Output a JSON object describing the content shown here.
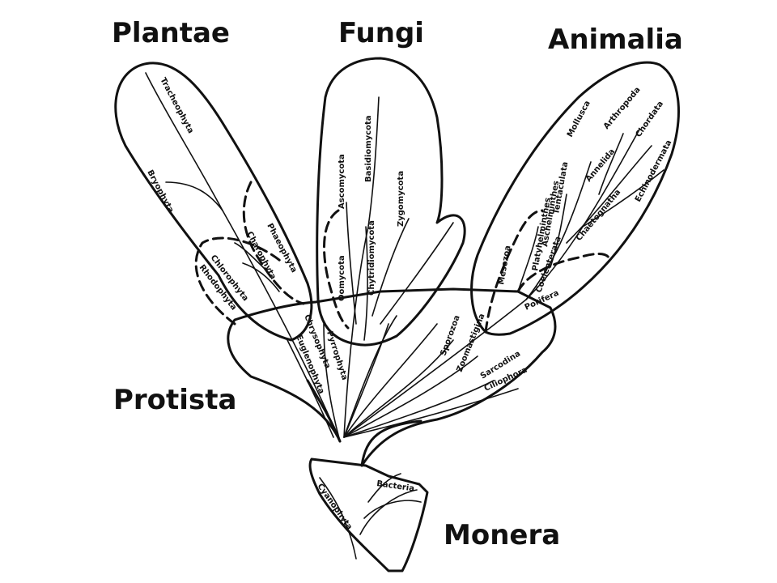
{
  "kingdoms": {
    "plantae": "Plantae",
    "fungi": "Fungi",
    "animalia": "Animalia",
    "protista": "Protista",
    "monera": "Monera"
  },
  "taxa": {
    "tracheophyta": "Tracheophyta",
    "bryophyta": "Bryophyta",
    "phaeophyta": "Phaeophyta",
    "charophyta": "Charophyta",
    "chlorophyta": "Chlorophyta",
    "rhodophyta": "Rhodophyta",
    "chrysophyta": "Chrysophyta",
    "euglenophyta": "Euglenophyta",
    "pyrrophyta": "Pyrrophyta",
    "oomycota": "Oomycota",
    "ascomycota": "Ascomycota",
    "basidiomycota": "Basidiomycota",
    "chytridiomycota": "Chytridiomycota",
    "zygomycota": "Zygomycota",
    "mollusca": "Mollusca",
    "arthropoda": "Arthropoda",
    "annelida": "Annelida",
    "chordata": "Chordata",
    "echinodermata": "Echinodermata",
    "chaetognatha": "Chaetognatha",
    "tentaculata": "Tentaculata",
    "aschelminthes": "Aschelminthes",
    "platyhelminthes": "Platyhelminthes",
    "coelenterata": "Coelenterata",
    "mesozoa": "Mesozoa",
    "porifera": "Porifera",
    "zoomastigina": "Zoomastigina",
    "sarcodina": "Sarcodina",
    "ciliophora": "Ciliophora",
    "sporozoa": "Sporozoa",
    "bacteria": "Bacteria",
    "cyanophyta": "Cyanophyta"
  }
}
